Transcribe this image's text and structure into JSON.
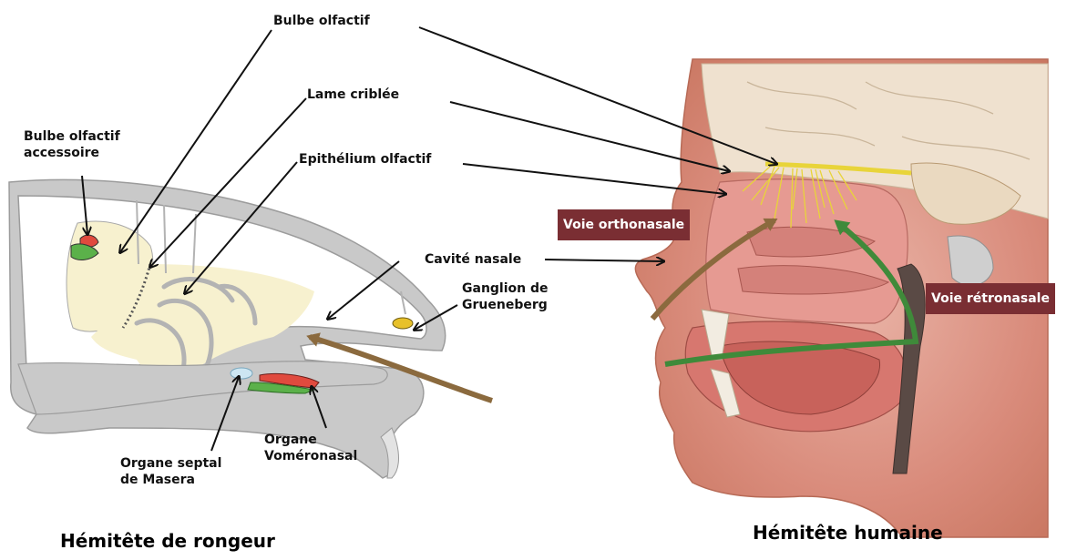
{
  "labels": {
    "bulbe_olfactif": "Bulbe olfactif",
    "lame_criblee": "Lame criblée",
    "epithelium": "Epithélium olfactif",
    "bulbe_accessoire": "Bulbe olfactif\naccessoire",
    "cavite_nasale": "Cavité nasale",
    "ganglion": "Ganglion de\nGrueneberg",
    "organe_septal": "Organe septal\nde Masera",
    "organe_vomeronasal": "Organe\nVoméronasal",
    "voie_orthonasale": "Voie orthonasale",
    "voie_retronasale": "Voie rétronasale"
  },
  "captions": {
    "rodent": "Hémitête de rongeur",
    "human": "Hémitête humaine"
  },
  "colors": {
    "arrow_brown": "#8b6a3e",
    "arrow_green": "#3f8a3a",
    "route_box": "#7a2e33",
    "olfactory_nerve": "#e8d43a"
  }
}
